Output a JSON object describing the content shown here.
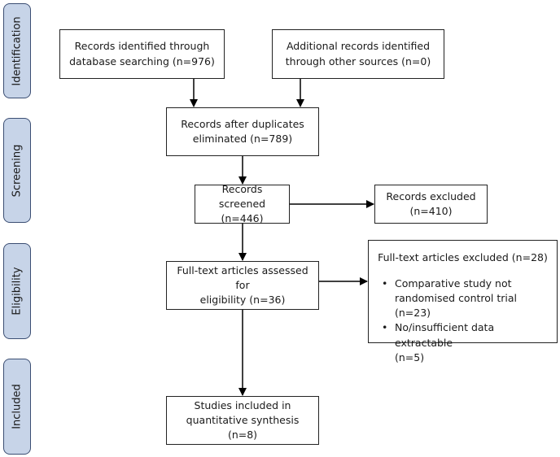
{
  "phases": {
    "identification": "Identification",
    "screening": "Screening",
    "eligibility": "Eligibility",
    "included": "Included"
  },
  "boxes": {
    "database": {
      "line1": "Records identified through",
      "line2": "database searching (n=976)"
    },
    "other_sources": {
      "line1": "Additional records identified",
      "line2": "through other sources (n=0)"
    },
    "after_duplicates": {
      "line1": "Records after duplicates",
      "line2": "eliminated (n=789)"
    },
    "screened": {
      "line1": "Records screened",
      "line2": "(n=446)"
    },
    "excluded": {
      "line1": "Records excluded",
      "line2": "(n=410)"
    },
    "full_text": {
      "line1": "Full-text articles assessed for",
      "line2": "eligibility (n=36)"
    },
    "included": {
      "line1": "Studies included in",
      "line2": "quantitative synthesis (n=8)"
    }
  },
  "fulltext_excluded": {
    "title": "Full-text articles excluded (n=28)",
    "items": [
      {
        "line1": "Comparative study not",
        "line2": "randomised control trial (n=23)"
      },
      {
        "line1": "No/insufficient data extractable",
        "line2": "(n=5)"
      }
    ]
  }
}
